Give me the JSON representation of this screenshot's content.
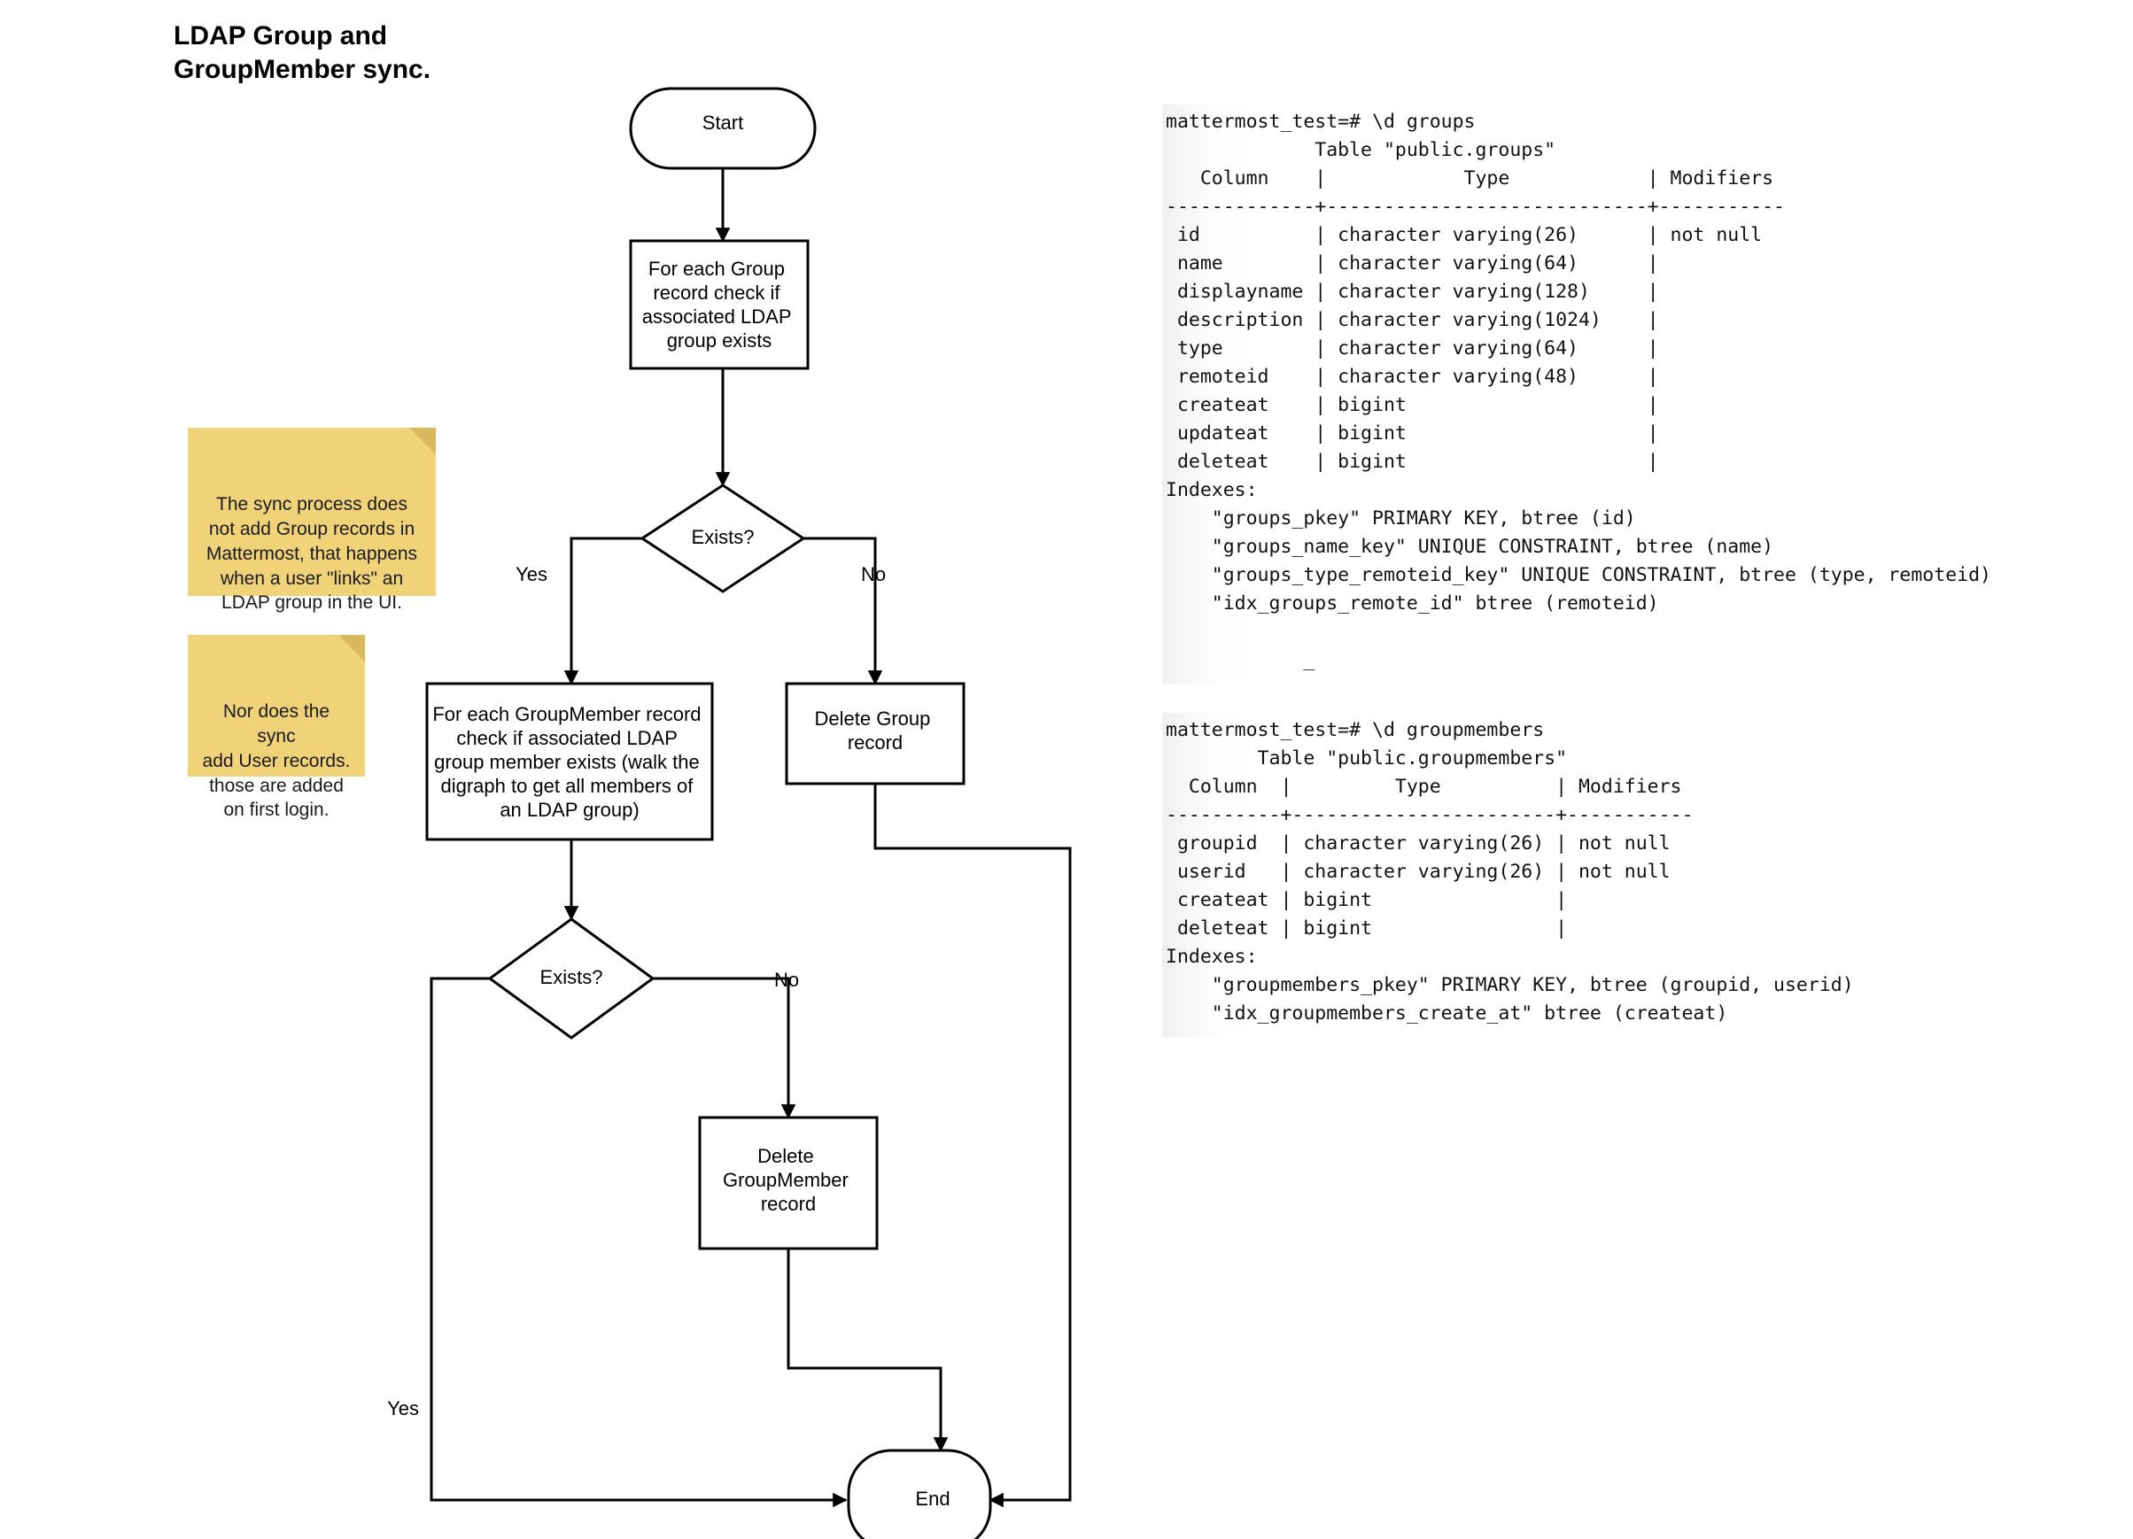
{
  "title": "LDAP Group and\nGroupMember sync.",
  "flowchart": {
    "nodes": {
      "start": "Start",
      "check_group": "For each Group\nrecord check if\nassociated LDAP\ngroup exists",
      "exists_1": "Exists?",
      "check_member": "For each GroupMember record\ncheck if associated LDAP\ngroup member exists (walk the\ndigraph to get all members of\nan LDAP group)",
      "delete_group": "Delete Group\nrecord",
      "exists_2": "Exists?",
      "delete_groupmember": "Delete\nGroupMember\nrecord",
      "end": "End"
    },
    "edge_labels": {
      "exists1_yes": "Yes",
      "exists1_no": "No",
      "exists2_yes": "Yes",
      "exists2_no": "No"
    }
  },
  "notes": [
    {
      "id": "note-group-records",
      "text": "The sync process does\nnot add Group records in\nMattermost, that happens\nwhen a user \"links\" an\nLDAP group in the UI."
    },
    {
      "id": "note-user-records",
      "text": "Nor does the sync\nadd User records.\nthose are added\non first login."
    }
  ],
  "terminals": [
    {
      "id": "groups-table",
      "text": "mattermost_test=# \\d groups\n             Table \"public.groups\"\n   Column    |            Type            | Modifiers\n-------------+----------------------------+-----------\n id          | character varying(26)      | not null\n name        | character varying(64)      |\n displayname | character varying(128)     |\n description | character varying(1024)    |\n type        | character varying(64)      |\n remoteid    | character varying(48)      |\n createat    | bigint                     |\n updateat    | bigint                     |\n deleteat    | bigint                     |\nIndexes:\n    \"groups_pkey\" PRIMARY KEY, btree (id)\n    \"groups_name_key\" UNIQUE CONSTRAINT, btree (name)\n    \"groups_type_remoteid_key\" UNIQUE CONSTRAINT, btree (type, remoteid)\n    \"idx_groups_remote_id\" btree (remoteid)\n\n            _"
    },
    {
      "id": "groupmembers-table",
      "text": "mattermost_test=# \\d groupmembers\n        Table \"public.groupmembers\"\n  Column  |         Type          | Modifiers\n----------+-----------------------+-----------\n groupid  | character varying(26) | not null\n userid   | character varying(26) | not null\n createat | bigint                |\n deleteat | bigint                |\nIndexes:\n    \"groupmembers_pkey\" PRIMARY KEY, btree (groupid, userid)\n    \"idx_groupmembers_create_at\" btree (createat)"
    }
  ],
  "colors": {
    "note_fill": "#f0d278",
    "note_fold": "#d9b85e",
    "stroke": "#000000",
    "shape_fill": "#ffffff"
  }
}
